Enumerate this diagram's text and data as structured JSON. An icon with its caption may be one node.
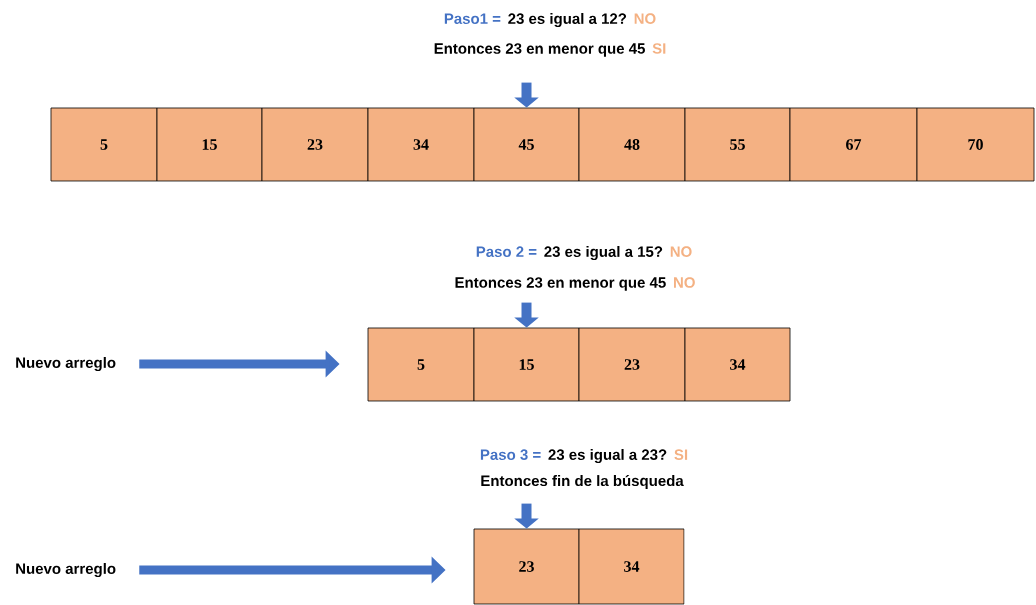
{
  "diagram": {
    "nodes": [
      {
        "text": [
          "5"
        ]
      },
      {
        "text": [
          "15"
        ]
      },
      {
        "text": [
          "23"
        ]
      },
      {
        "text": [
          "34"
        ]
      },
      {
        "text": [
          "45"
        ]
      },
      {
        "text": [
          "48"
        ]
      },
      {
        "text": [
          "55"
        ]
      },
      {
        "text": [
          "67"
        ]
      },
      {
        "text": [
          "70"
        ]
      },
      {
        "text": [
          "Nuevo arreglo"
        ]
      },
      {
        "text": [
          "5"
        ]
      },
      {
        "text": [
          "15"
        ]
      },
      {
        "text": [
          "23"
        ]
      },
      {
        "text": [
          "34"
        ]
      },
      {
        "text": [
          "Nuevo arreglo"
        ]
      },
      {
        "text": [
          "23"
        ]
      },
      {
        "text": [
          "34"
        ]
      }
    ],
    "edges": [
      {
        "from": null,
        "to": 4,
        "arrow": "to"
      },
      {
        "from": 9,
        "to": 10,
        "arrow": "to"
      },
      {
        "from": null,
        "to": 11,
        "arrow": "to"
      },
      {
        "from": 14,
        "to": 15,
        "arrow": "to"
      },
      {
        "from": null,
        "to": 15,
        "arrow": "to"
      }
    ],
    "labels": [
      "Paso1 =",
      "23 es igual a 12?",
      "NO",
      "Entonces 23 en menor que 45",
      "SI",
      "Paso 2 =",
      "23 es igual a 15?",
      "NO",
      "Entonces 23 en menor que 45",
      "NO",
      "Paso 3 =",
      "23 es igual a 23?",
      "SI",
      "Entonces fin de la búsqueda"
    ]
  }
}
